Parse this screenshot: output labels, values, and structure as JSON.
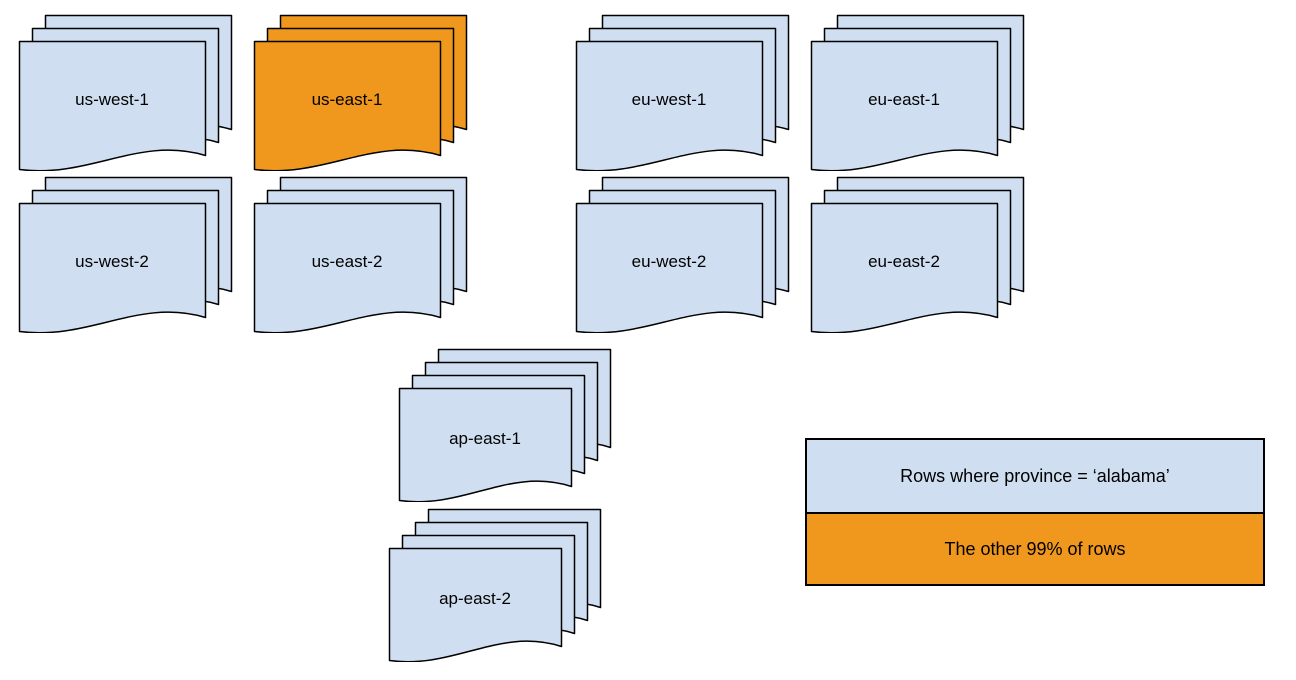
{
  "colors": {
    "region_fill": "#cfdff1",
    "highlight_fill": "#f0971d",
    "stroke": "#000000"
  },
  "stacks": [
    {
      "id": "us-west-1",
      "label": "us-west-1",
      "highlighted": false
    },
    {
      "id": "us-east-1",
      "label": "us-east-1",
      "highlighted": true
    },
    {
      "id": "eu-west-1",
      "label": "eu-west-1",
      "highlighted": false
    },
    {
      "id": "eu-east-1",
      "label": "eu-east-1",
      "highlighted": false
    },
    {
      "id": "us-west-2",
      "label": "us-west-2",
      "highlighted": false
    },
    {
      "id": "us-east-2",
      "label": "us-east-2",
      "highlighted": false
    },
    {
      "id": "eu-west-2",
      "label": "eu-west-2",
      "highlighted": false
    },
    {
      "id": "eu-east-2",
      "label": "eu-east-2",
      "highlighted": false
    },
    {
      "id": "ap-east-1",
      "label": "ap-east-1",
      "highlighted": false
    },
    {
      "id": "ap-east-2",
      "label": "ap-east-2",
      "highlighted": false
    }
  ],
  "legend": {
    "items": [
      {
        "label": "Rows where province = ‘alabama’",
        "color_role": "region_fill"
      },
      {
        "label": "The other 99% of rows",
        "color_role": "highlight_fill"
      }
    ]
  }
}
